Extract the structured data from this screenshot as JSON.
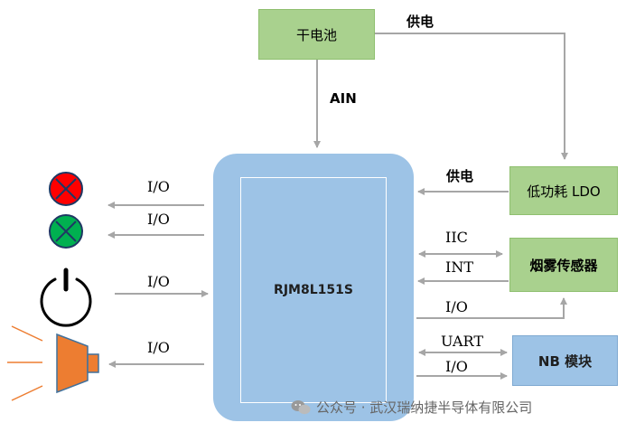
{
  "blocks": {
    "battery": "干电池",
    "ldo": "低功耗 LDO",
    "smoke_sensor": "烟雾传感器",
    "nb_module": "NB 模块",
    "mcu": "RJM8L151S"
  },
  "labels": {
    "power_top": "供电",
    "ain": "AIN",
    "power_mcu": "供电",
    "iic": "IIC",
    "int": "INT",
    "io_sensor": "I/O",
    "uart": "UART",
    "io_nb": "I/O",
    "io_led_red": "I/O",
    "io_led_green": "I/O",
    "io_button": "I/O",
    "io_speaker": "I/O"
  },
  "watermark": "公众号 · 武汉瑞纳捷半导体有限公司",
  "colors": {
    "green_block": "#a9d18e",
    "blue_block": "#9dc3e6",
    "arrow": "#a6a6a6",
    "led_red": "#ff0000",
    "led_green": "#00b050",
    "speaker": "#ed7d31"
  },
  "icons": [
    "red-led-icon",
    "green-led-icon",
    "power-button-icon",
    "speaker-icon",
    "wechat-icon"
  ]
}
